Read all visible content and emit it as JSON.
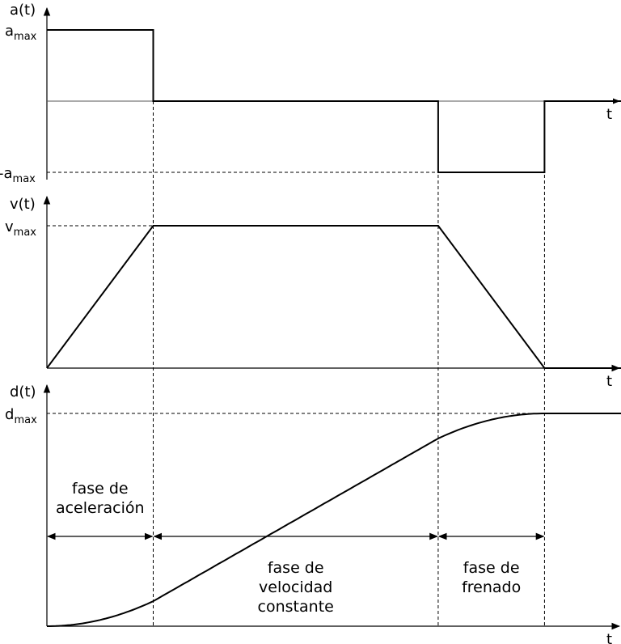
{
  "chart_data": [
    {
      "type": "line",
      "ylabel": "a(t)",
      "xlabel": "t",
      "y_ticks": [
        {
          "value": 1,
          "base": "a",
          "sub": "max",
          "prefix": ""
        },
        {
          "value": -1,
          "base": "a",
          "sub": "max",
          "prefix": "-"
        }
      ],
      "ylim": [
        -1.25,
        1.25
      ],
      "x": [
        0,
        1,
        1,
        3.68,
        3.68,
        4.68,
        4.68,
        5.55
      ],
      "values": [
        1,
        1,
        0,
        0,
        -1,
        -1,
        0,
        0
      ]
    },
    {
      "type": "line",
      "ylabel": "v(t)",
      "xlabel": "t",
      "y_ticks": [
        {
          "value": 1,
          "base": "v",
          "sub": "max",
          "prefix": ""
        }
      ],
      "ylim": [
        0,
        1.3
      ],
      "x": [
        0,
        1,
        3.68,
        4.68,
        5.55
      ],
      "values": [
        0,
        1,
        1,
        0,
        0
      ]
    },
    {
      "type": "line",
      "ylabel": "d(t)",
      "xlabel": "t",
      "y_ticks": [
        {
          "value": 1,
          "base": "d",
          "sub": "max",
          "prefix": ""
        }
      ],
      "ylim": [
        0,
        1.1
      ],
      "x": [
        0,
        1,
        3.68,
        4.68,
        5.55
      ],
      "values": [
        0,
        0.1176,
        0.8824,
        1,
        1
      ]
    }
  ],
  "phases": [
    {
      "lines": [
        "fase de",
        "aceleración"
      ]
    },
    {
      "lines": [
        "fase de",
        "velocidad",
        "constante"
      ]
    },
    {
      "lines": [
        "fase de",
        "frenado"
      ]
    }
  ]
}
